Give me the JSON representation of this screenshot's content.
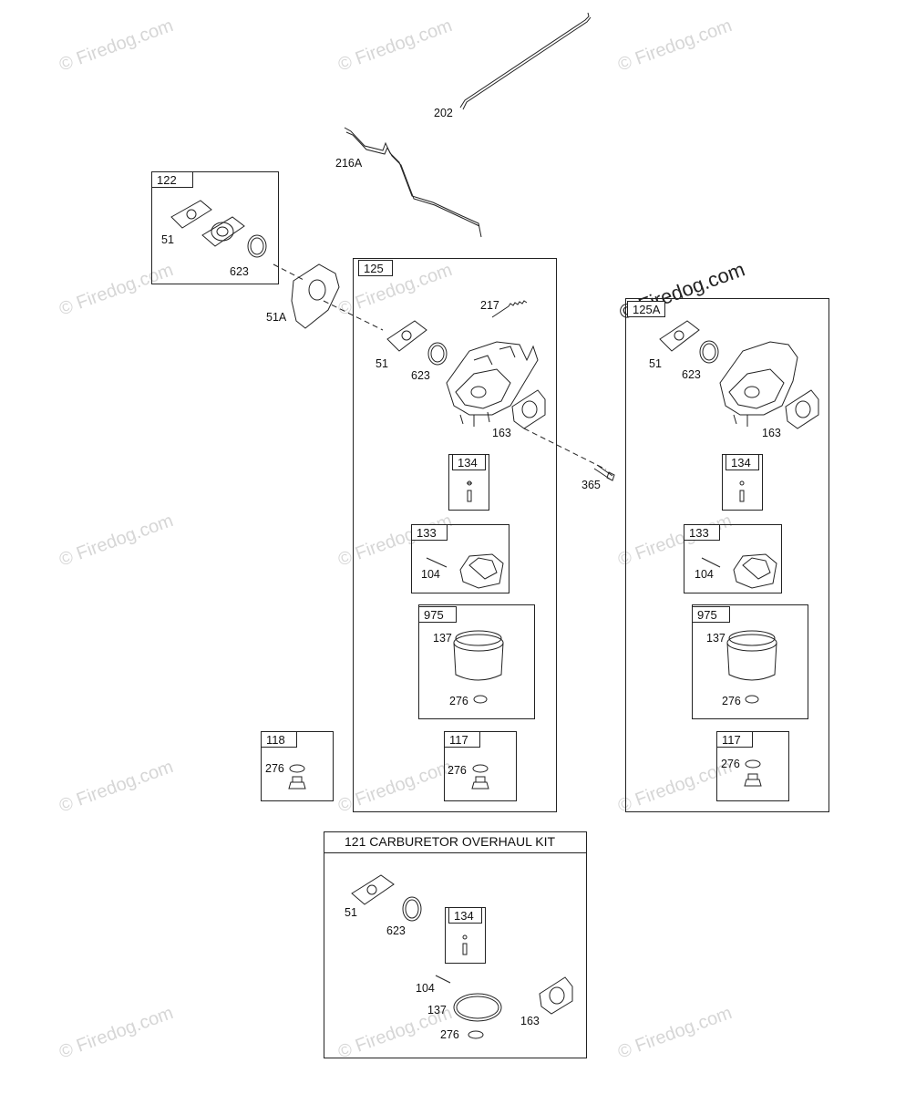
{
  "watermark": {
    "text": "© Firedog.com",
    "main_text": "© Firedog.com"
  },
  "boxes": {
    "b122": "122",
    "b125": "125",
    "b125a": "125A",
    "b134": "134",
    "b134a": "134",
    "b133": "133",
    "b133a": "133",
    "b975": "975",
    "b975a": "975",
    "b117": "117",
    "b117a": "117",
    "b118": "118",
    "b134k": "134",
    "kit_title": "121 CARBURETOR OVERHAUL KIT"
  },
  "labels": {
    "l202": "202",
    "l216a": "216A",
    "l51_122": "51",
    "l623_122": "623",
    "l51a": "51A",
    "l217": "217",
    "l51_125": "51",
    "l623_125": "623",
    "l163_125": "163",
    "l365": "365",
    "l104_125": "104",
    "l137_125": "137",
    "l276_975": "276",
    "l276_117": "276",
    "l276_118": "276",
    "l51_125a": "51",
    "l623_125a": "623",
    "l163_125a": "163",
    "l104_125a": "104",
    "l137_125a": "137",
    "l276_975a": "276",
    "l276_117a": "276",
    "l51_kit": "51",
    "l623_kit": "623",
    "l104_kit": "104",
    "l137_kit": "137",
    "l276_kit": "276",
    "l163_kit": "163"
  }
}
